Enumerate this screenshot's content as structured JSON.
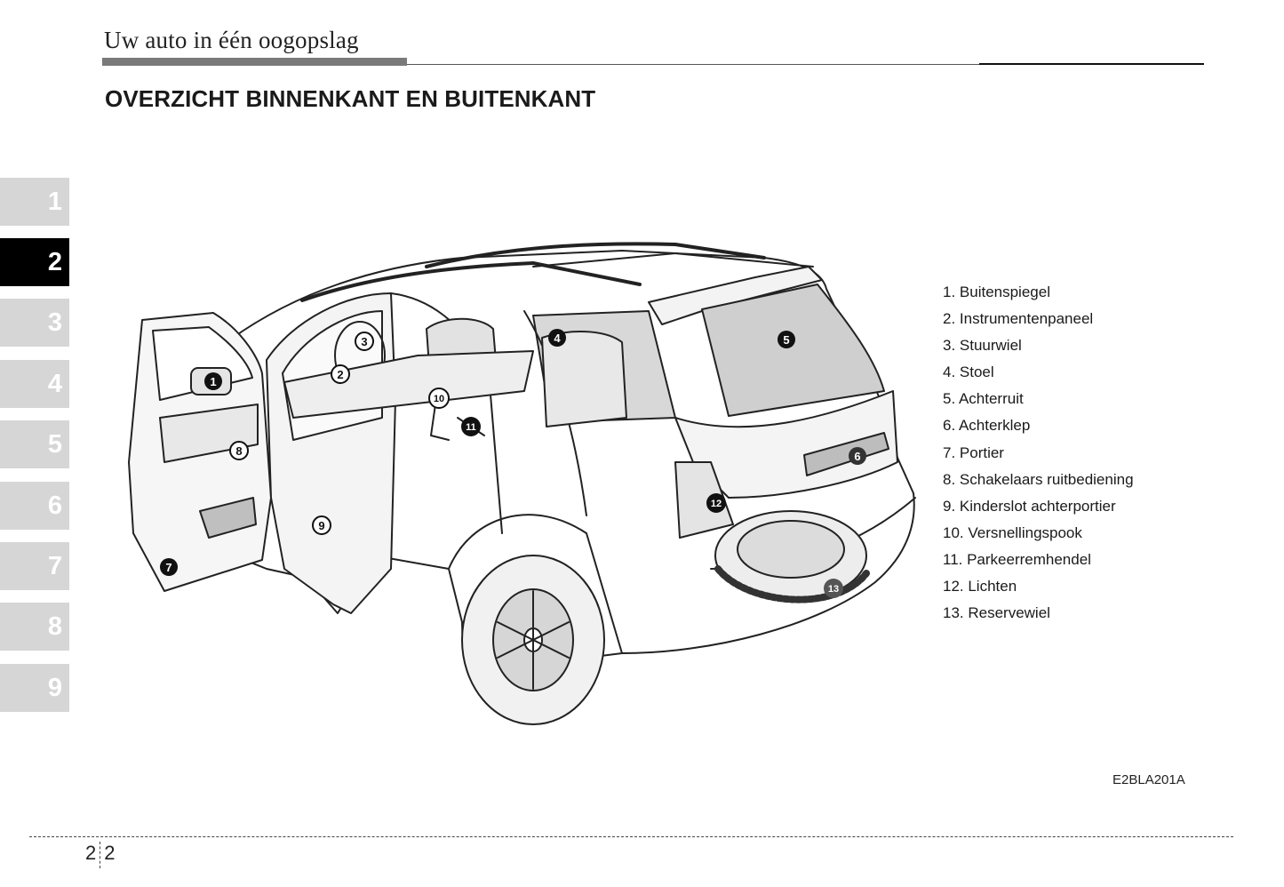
{
  "header": {
    "section": "Uw auto in één oogopslag",
    "title": "OVERZICHT BINNENKANT EN BUITENKANT"
  },
  "chapter_tabs": [
    {
      "label": "1",
      "active": false
    },
    {
      "label": "2",
      "active": true
    },
    {
      "label": "3",
      "active": false
    },
    {
      "label": "4",
      "active": false
    },
    {
      "label": "5",
      "active": false
    },
    {
      "label": "6",
      "active": false
    },
    {
      "label": "7",
      "active": false
    },
    {
      "label": "8",
      "active": false
    },
    {
      "label": "9",
      "active": false
    }
  ],
  "illustration": {
    "subject": "SUV with open front and rear doors, rear view",
    "callouts": [
      "1",
      "2",
      "3",
      "4",
      "5",
      "6",
      "7",
      "8",
      "9",
      "10",
      "11",
      "12",
      "13"
    ]
  },
  "legend": [
    "1. Buitenspiegel",
    "2. Instrumentenpaneel",
    "3. Stuurwiel",
    "4. Stoel",
    "5. Achterruit",
    "6. Achterklep",
    "7. Portier",
    "8. Schakelaars ruitbediening",
    "9. Kinderslot achterportier",
    "10. Versnellingspook",
    "11. Parkeerremhendel",
    "12. Lichten",
    "13. Reservewiel"
  ],
  "figure_code": "E2BLA201A",
  "footer": {
    "chapter": "2",
    "page": "2"
  },
  "colors": {
    "active_tab": "#000000",
    "inactive_tab": "#d6d6d6",
    "header_bar": "#7a7a7a"
  }
}
